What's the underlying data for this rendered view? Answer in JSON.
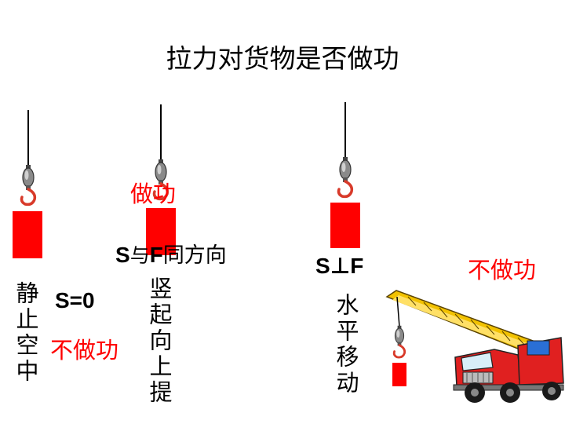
{
  "slide": {
    "title": "拉力对货物是否做功",
    "case_static": {
      "condition": "静止空中",
      "formula": "S=0",
      "verdict": "不做功"
    },
    "case_lift": {
      "verdict": "做功",
      "formula_s": "S",
      "formula_yu": "与",
      "formula_f": "F",
      "formula_rest": "同方向",
      "condition": "竖起向上提"
    },
    "case_horizontal": {
      "formula": "S⊥F",
      "condition": "水平移动",
      "verdict": "不做功"
    }
  },
  "colors": {
    "cargo": "#ff0000",
    "hook": "#808080",
    "hook_tip": "#d83a2a",
    "crane_boom": "#f2c200",
    "truck_body": "#e02020",
    "wheel": "#1a1a1a"
  }
}
